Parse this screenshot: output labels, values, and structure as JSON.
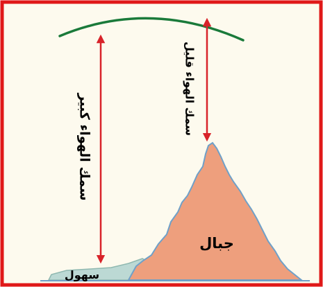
{
  "labels": {
    "thick_air": "سمك الهواء كبير",
    "thin_air": "سمك الهواء قليل",
    "mountains": "جبال",
    "plains": "سهول"
  },
  "colors": {
    "frame": "#e01818",
    "background": "#fdfaee",
    "atmosphere_arc": "#1a7a3a",
    "arrow": "#d8232a",
    "mountain_fill": "#ee9f7d",
    "mountain_outline": "#6fa0c8",
    "plain_fill": "#bcd9d4",
    "plain_outline": "#8fb8b0"
  }
}
